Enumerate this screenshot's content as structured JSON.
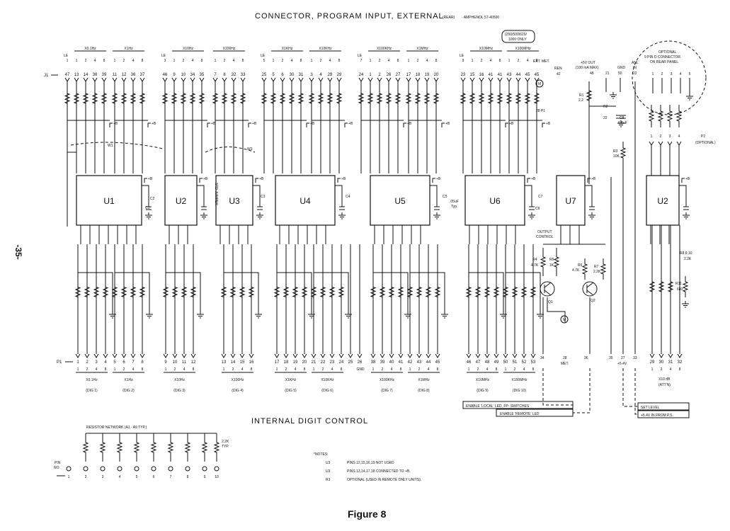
{
  "page_number": "-35-",
  "title": "CONNECTOR, PROGRAM INPUT, EXTERNAL",
  "title_rear": "(REAR)",
  "title_part": "- AMPHENOL 57-40500",
  "subtitle": "INTERNAL DIGIT CONTROL",
  "figure_caption": "Figure 8",
  "j1_label": "J1",
  "p1_label": "P1",
  "le_label": "LE",
  "top_groups": [
    {
      "freq": "X0.1Hz",
      "pins": [
        "47",
        "13",
        "14",
        "38",
        "39"
      ]
    },
    {
      "freq": "X1Hz",
      "pins": [
        "11",
        "12",
        "36",
        "37"
      ]
    },
    {
      "freq": "X10Hz",
      "pins": [
        "46",
        "9",
        "10",
        "34",
        "35"
      ]
    },
    {
      "freq": "X100Hz",
      "pins": [
        "7",
        "8",
        "32",
        "33"
      ]
    },
    {
      "freq": "X1KHz",
      "pins": [
        "25",
        "5",
        "6",
        "30",
        "31"
      ]
    },
    {
      "freq": "X10KHz",
      "pins": [
        "3",
        "4",
        "28",
        "29"
      ]
    },
    {
      "freq": "X100KHz",
      "pins": [
        "24",
        "1",
        "2",
        "26",
        "27"
      ]
    },
    {
      "freq": "X1MHz",
      "pins": [
        "17",
        "18",
        "19",
        "20"
      ]
    },
    {
      "freq": "X10MHz",
      "pins": [
        "23",
        "15",
        "16",
        "41",
        "41"
      ]
    },
    {
      "freq": "X100MHz",
      "pins": [
        "43",
        "44",
        "45",
        "45"
      ]
    }
  ],
  "model_note": "(250/500/620/ 1000 ONLY)",
  "ext_met": "EXT. MET.",
  "ren_label": "REN",
  "ren_pin": "42",
  "plus5v_out": "+5V OUT",
  "plus5v_max": "(100 mA MAX)",
  "gnd_label": "GND",
  "pins_5v_gnd": [
    "48",
    "21",
    "50"
  ],
  "anl_in": "ANL IN",
  "anl_pin": "22",
  "optional_title": "OPTIONAL",
  "optional_desc": "9 PIN D CONNECTOR ON REAR PANEL",
  "optional_pins": [
    "1",
    "2",
    "3",
    "4",
    "5"
  ],
  "p2_label": "P2",
  "p2_note": "(OPTIONAL)",
  "p2_pins": [
    "1",
    "2",
    "3",
    "4"
  ],
  "chips": [
    "U1",
    "U2",
    "U3",
    "U4",
    "U5",
    "U6",
    "U7",
    "U2"
  ],
  "u3_note": "STD JUMPER",
  "caps": [
    "C1",
    "C2",
    "C3",
    "C4",
    "C5",
    "C6",
    "C7",
    "C8"
  ],
  "c5_value": ".05uF Typ.",
  "c8_value": "6.8uF",
  "r1": {
    "name": "R1",
    "value": "2.2"
  },
  "r2": {
    "name": "R2",
    "value": "22"
  },
  "r3": {
    "name": "R3",
    "value": "10K"
  },
  "r4": {
    "name": "R4",
    "value": "4.7K"
  },
  "r5": {
    "name": "R5",
    "value": "1K"
  },
  "r6": {
    "name": "R6",
    "value": "4.7K"
  },
  "r7": {
    "name": "R7",
    "value": "2.2K"
  },
  "r8_10": "R8,9,10 2.2K",
  "r11": {
    "name": "R11",
    "value": "680"
  },
  "q1": "Q1",
  "q2": "Q2",
  "plus_b": "+B",
  "w1": "W1",
  "w3": "W3",
  "output_control": "OUTPUT CONTROL",
  "pin_28p1": "28 P1",
  "meter_symbol": "M",
  "bottom_groups": [
    {
      "freq": "X0.1Hz",
      "dig": "(DIG 1)",
      "pins": [
        "1",
        "2",
        "3",
        "4"
      ]
    },
    {
      "freq": "X1Hz",
      "dig": "(DIG 2)",
      "pins": [
        "5",
        "6",
        "7",
        "8"
      ]
    },
    {
      "freq": "X10Hz",
      "dig": "(DIG 3)",
      "pins": [
        "9",
        "10",
        "11",
        "12"
      ]
    },
    {
      "freq": "X100Hz",
      "dig": "(DIG 4)",
      "pins": [
        "13",
        "14",
        "15",
        "16"
      ]
    },
    {
      "freq": "X1KHz",
      "dig": "(DIG 5)",
      "pins": [
        "17",
        "18",
        "19",
        "20"
      ]
    },
    {
      "freq": "X10KHz",
      "dig": "(DIG 6)",
      "pins": [
        "21",
        "22",
        "23",
        "24",
        "25",
        "26"
      ]
    },
    {
      "freq": "X100KHz",
      "dig": "(DIG 7)",
      "pins": [
        "38",
        "39",
        "40",
        "41"
      ]
    },
    {
      "freq": "X1MHz",
      "dig": "(DIG 8)",
      "pins": [
        "42",
        "43",
        "44",
        "45"
      ]
    },
    {
      "freq": "X10MHz",
      "dig": "(DIG 9)",
      "pins": [
        "46",
        "47",
        "48",
        "49"
      ]
    },
    {
      "freq": "X100MHz",
      "dig": "(DIG 10)",
      "pins": [
        "50",
        "51",
        "52",
        "53"
      ]
    }
  ],
  "bcd_weights": [
    "1",
    "2",
    "4",
    "8"
  ],
  "gnd_text": "GND",
  "pin34": "34",
  "pin28": "28",
  "met_label": "MET.",
  "pin36": "36",
  "pins_35_27_33": [
    "35",
    "27",
    "33"
  ],
  "plus54v": "+5.4V",
  "att_pins": [
    "29",
    "30",
    "31",
    "32"
  ],
  "x10db": "X10 dB",
  "att_label": "(ATT'N)",
  "enable_local": "ENABLE 'LOCAL' LED, FP- SWITCHES",
  "enable_remote": "ENABLE 'REMOTE' LED",
  "set_level": "SET LEVEL",
  "from_ps": "+5.4V IN FROM P.S.",
  "resistor_network_title": "RESISTOR NETWORK   (A1 - A9 TYP.)",
  "network_value": "2.2K TYP.",
  "pin_no_label": "PIN NO.",
  "network_pins": [
    "1",
    "2",
    "3",
    "4",
    "5",
    "6",
    "7",
    "8",
    "9",
    "10"
  ],
  "notes_title": "*NOTES:",
  "notes": [
    {
      "ref": "U3",
      "text": "PINS 12,15,16,19  NOT USED"
    },
    {
      "ref": "U3",
      "text": "PINS 13,14,17,18 CONNECTED TO +B."
    },
    {
      "ref": "R3",
      "text": "OPTIONAL  (USED IN REMOTE ONLY UNITS)."
    }
  ]
}
